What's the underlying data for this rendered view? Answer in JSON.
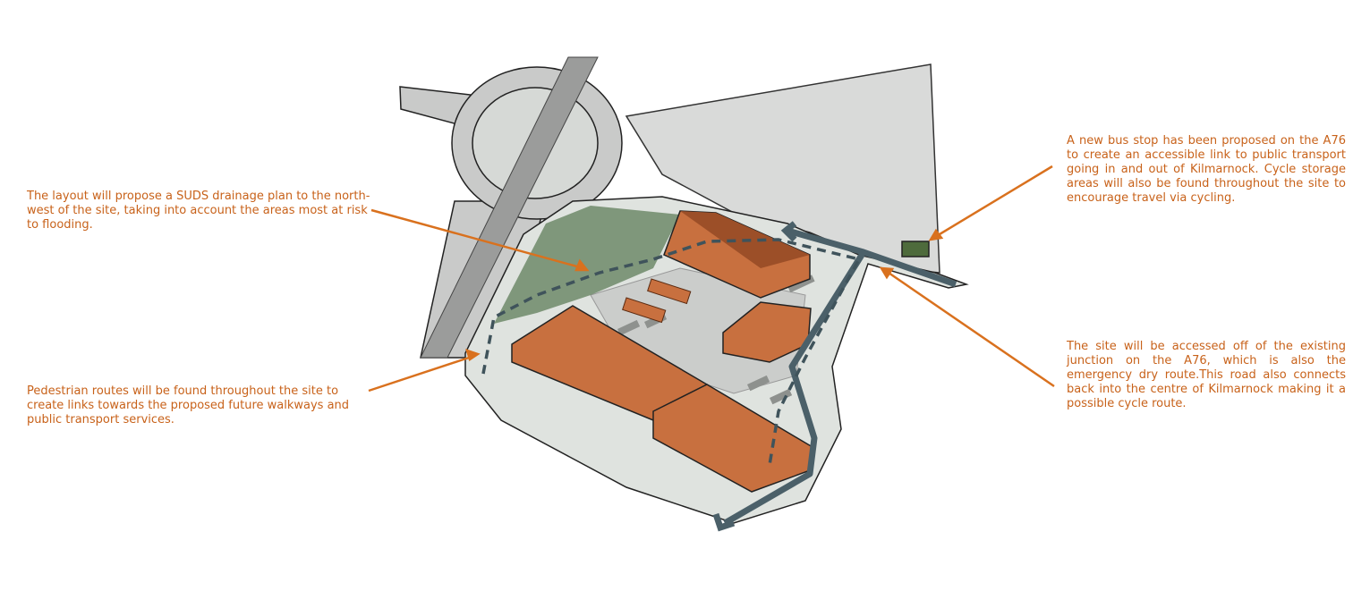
{
  "annotations": {
    "suds": "The layout will propose a SUDS drainage plan to the north-west of the site, taking into account the areas most at risk to flooding.",
    "pedestrian": "Pedestrian routes will be found throughout the site to create links towards the proposed future walkways and public transport services.",
    "bus_stop": "A new bus stop has been proposed on the A76 to create an accessible link to public transport going in and out of Kilmarnock. Cycle storage areas will also be found throughout the site to encourage travel via cycling.",
    "access": "The site will be accessed off of the existing junction on the A76, which is also the emergency dry route.This road also connects back into the centre of Kilmarnock making it a possible cycle route."
  },
  "colors": {
    "annotation_text": "#c8621a",
    "leader_line": "#d9711e",
    "road": "#c9cac9",
    "road_outline": "#222222",
    "site_ground": "#dfe3df",
    "suds_area": "#6f8a6a",
    "building": "#c8703f",
    "building_roof_dark": "#9c4f28",
    "route": "#4b6069",
    "bus_stop": "#4e6b3c"
  }
}
